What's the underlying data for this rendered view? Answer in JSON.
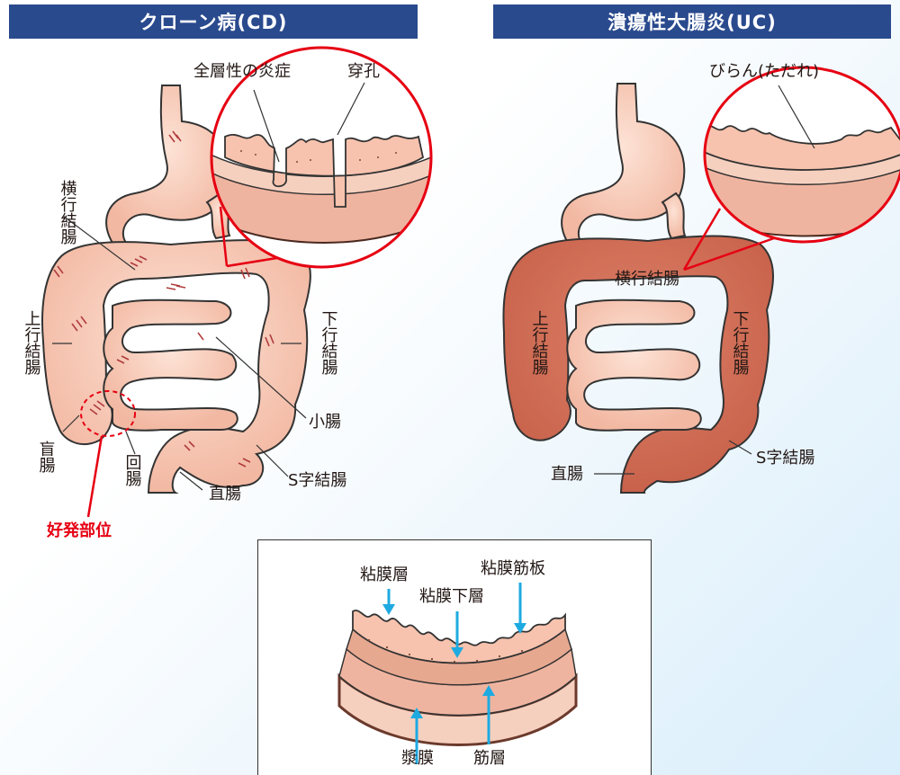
{
  "headers": {
    "crohn": "クローン病(CD)",
    "uc": "潰瘍性大腸炎(UC)"
  },
  "crohn_labels": {
    "transmural": "全層性の炎症",
    "perforation": "穿孔",
    "transverse_colon": "横行結腸",
    "ascending_colon": "上行結腸",
    "descending_colon": "下行結腸",
    "small_intestine": "小腸",
    "cecum": "盲腸",
    "ileum": "回腸",
    "rectum": "直腸",
    "sigmoid": "S字結腸",
    "predilection": "好発部位"
  },
  "uc_labels": {
    "erosion": "びらん(ただれ)",
    "transverse_colon": "横行結腸",
    "ascending_colon": "上行結腸",
    "descending_colon": "下行結腸",
    "rectum": "直腸",
    "sigmoid": "S字結腸"
  },
  "layers": {
    "mucosa": "粘膜層",
    "muscularis_mucosae": "粘膜筋板",
    "submucosa": "粘膜下層",
    "serosa": "漿膜",
    "muscle_layer": "筋層"
  },
  "colors": {
    "header_bg": "#2a4a8e",
    "accent_red": "#e60012",
    "arrow_blue": "#1eaae1",
    "tissue_pink": "#f4c1ac",
    "uc_inflamed": "#d5705a"
  }
}
